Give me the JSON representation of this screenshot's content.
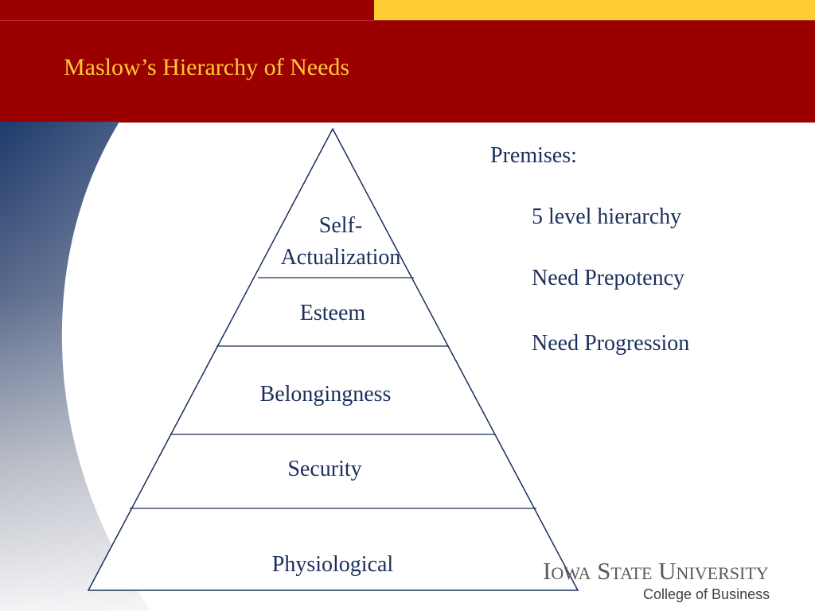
{
  "slide": {
    "title": "Maslow’s Hierarchy of Needs"
  },
  "pyramid": {
    "levels": [
      {
        "line1": "Self-",
        "line2": "Actualization"
      },
      {
        "label": "Esteem"
      },
      {
        "label": "Belongingness"
      },
      {
        "label": "Security"
      },
      {
        "label": "Physiological"
      }
    ]
  },
  "premises": {
    "heading": "Premises:",
    "items": [
      "5 level hierarchy",
      "Need Prepotency",
      "Need Progression"
    ]
  },
  "logo": {
    "university": "Iowa State University",
    "college": "College of Business"
  },
  "colors": {
    "header_red": "#9b0000",
    "accent_gold": "#ffcc33",
    "text_navy": "#1b2f5c"
  }
}
